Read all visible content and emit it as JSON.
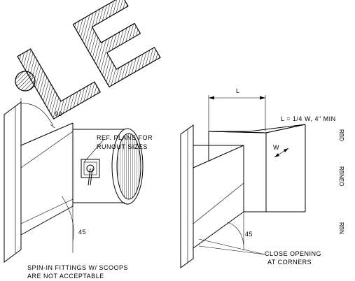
{
  "watermark": {
    "text": "LE"
  },
  "left_fitting": {
    "angle_top": "90",
    "angle_bottom": "45",
    "note_ref": [
      "REF. PLANS FOR",
      "RUNOUT SIZES"
    ],
    "note_spin": [
      "SPIN-IN FITTINGS W/ SCOOPS",
      "ARE NOT ACCEPTABLE"
    ]
  },
  "right_fitting": {
    "dim_L": "L",
    "formula": "L = 1/4 W, 4\" MIN",
    "dim_W": "W",
    "angle": "45",
    "note_close": [
      "CLOSE OPENING",
      "AT CORNERS"
    ],
    "edge_text": [
      "RBD",
      "RBNEO",
      "RBN"
    ]
  }
}
